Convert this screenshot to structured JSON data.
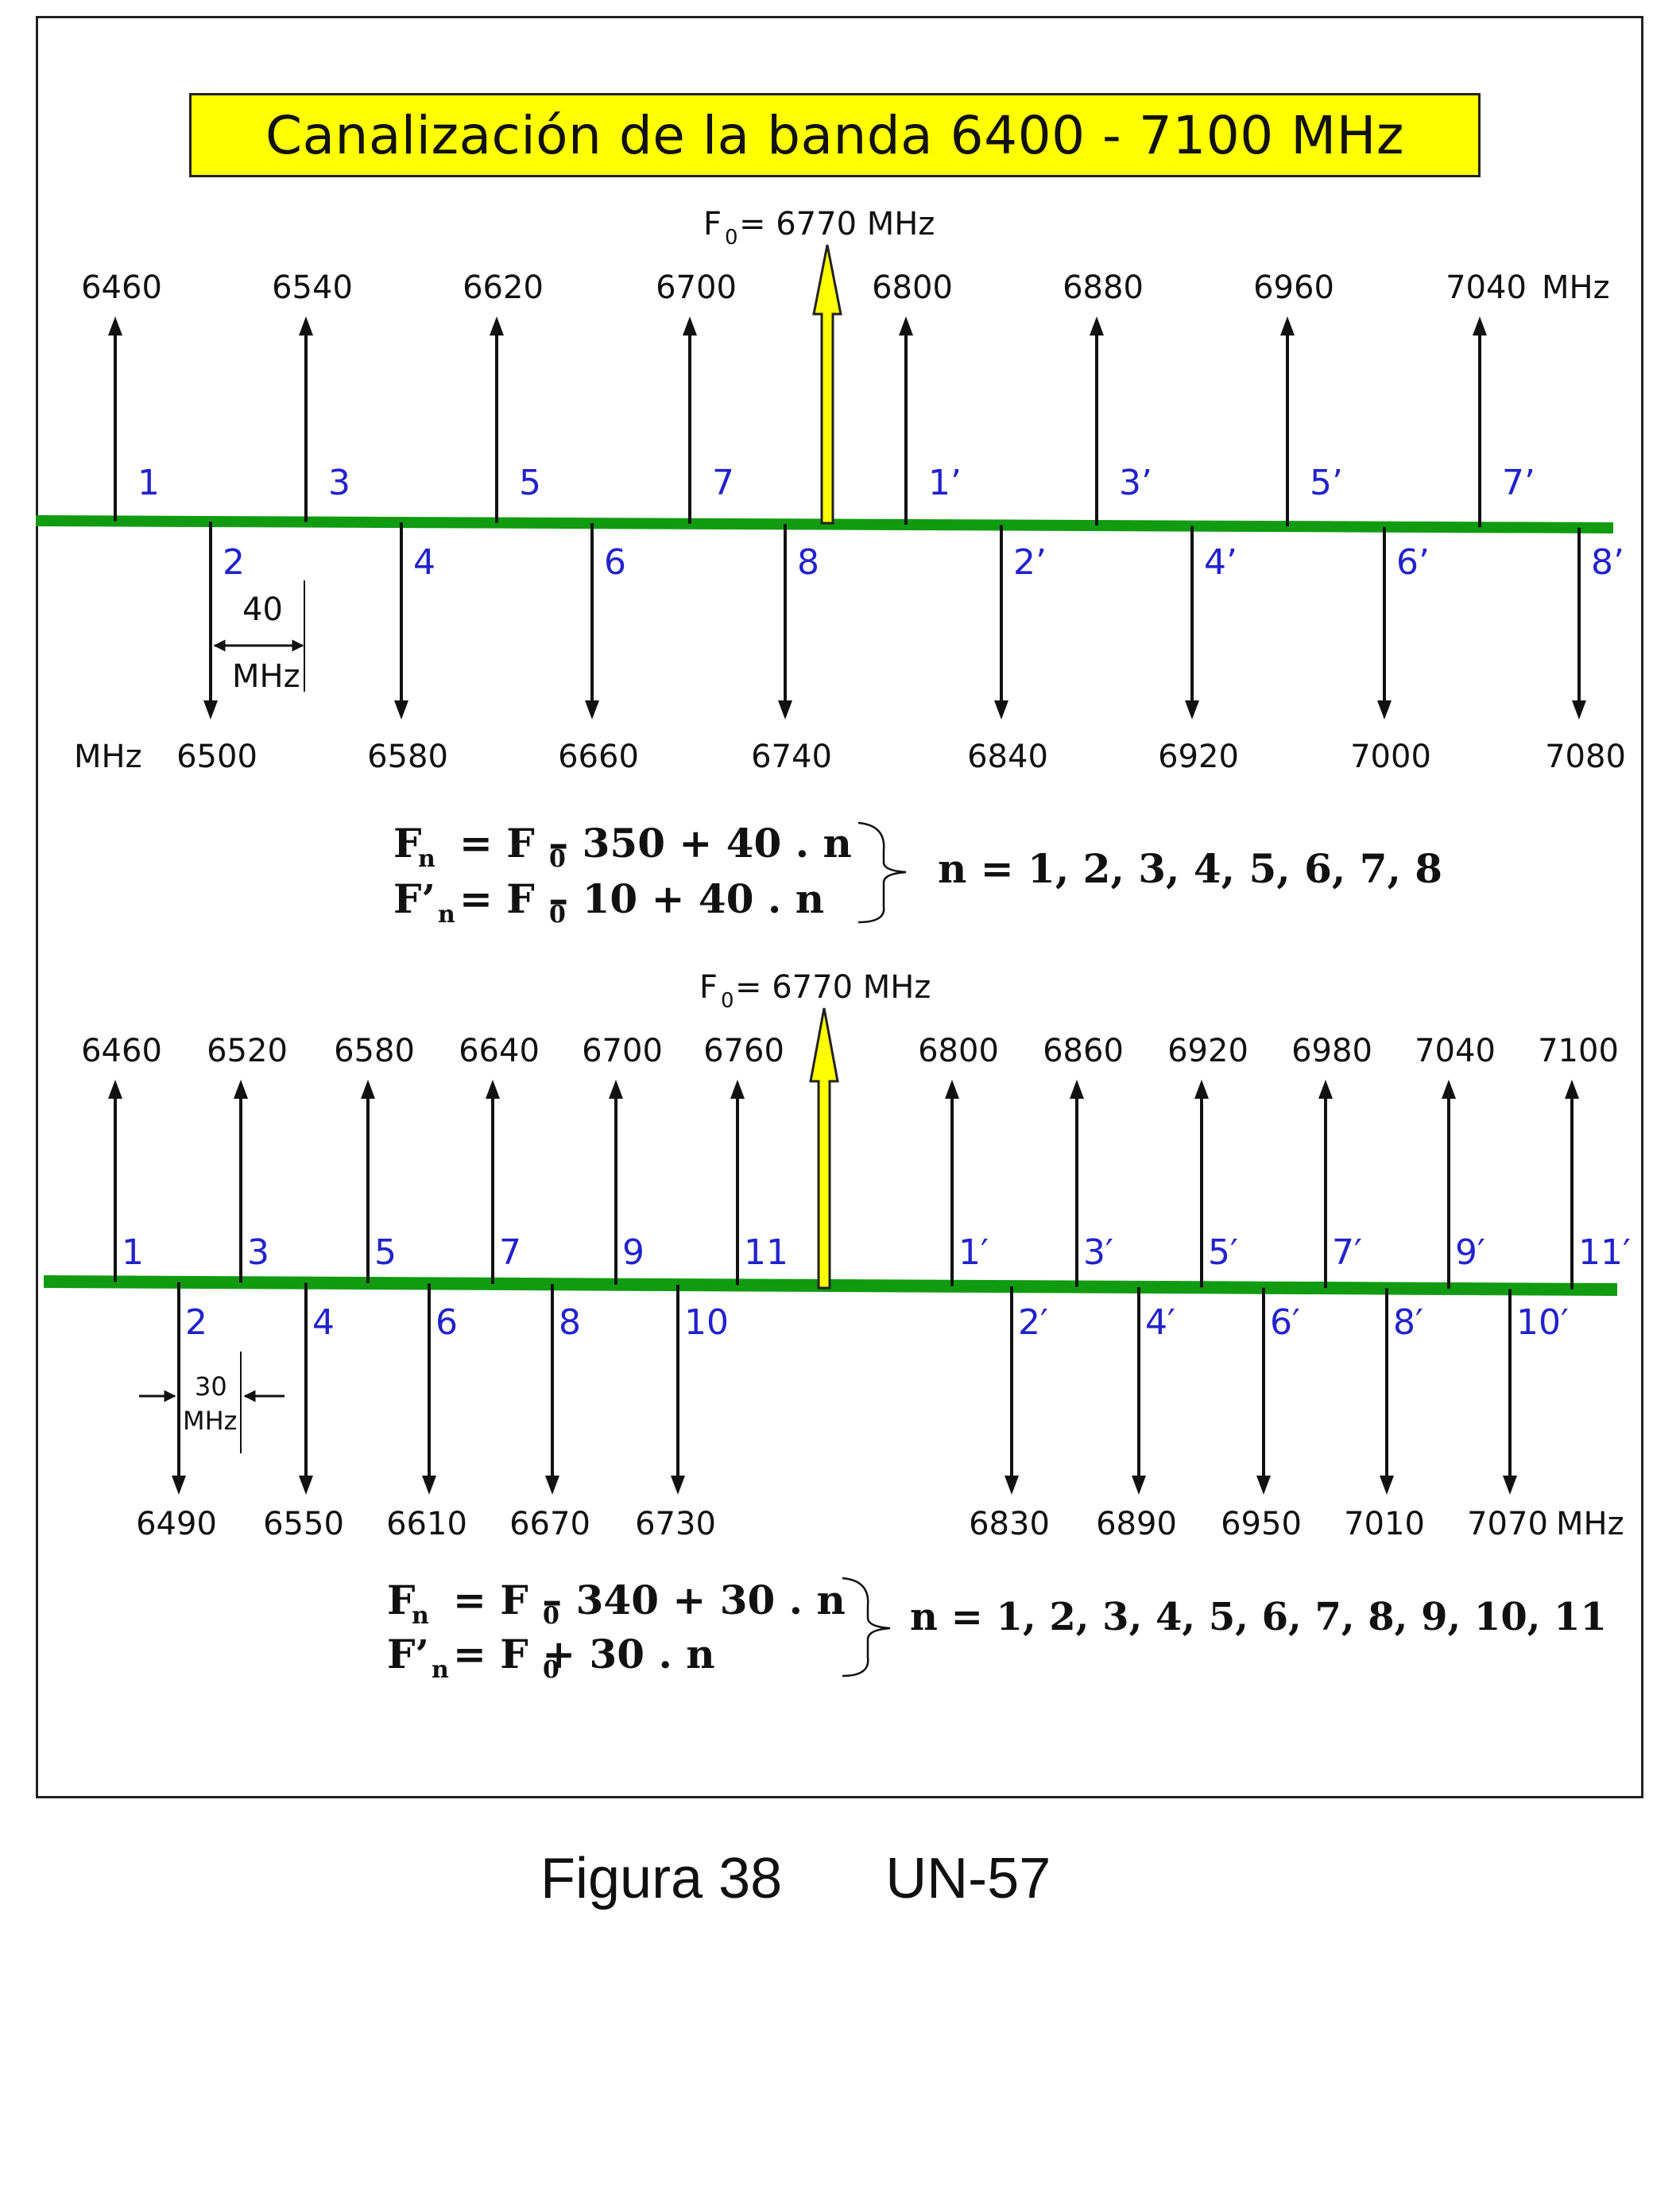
{
  "title": "Canalización de la banda 6400 - 7100 MHz",
  "caption": {
    "figure": "Figura 38",
    "code": "UN-57"
  },
  "colors": {
    "baseline": "#109b10",
    "title_bg": "#ffff00",
    "channel_label": "#2222cc",
    "f0_arrow": "#ffff00"
  },
  "plan_40": {
    "f0_label": "6770 MHz",
    "unit_top": "MHz",
    "unit_bottom": "MHz",
    "spacing": {
      "value": "40",
      "unit": "MHz"
    },
    "up_channels": [
      {
        "freq": "6460",
        "label": "1"
      },
      {
        "freq": "6540",
        "label": "3"
      },
      {
        "freq": "6620",
        "label": "5"
      },
      {
        "freq": "6700",
        "label": "7"
      },
      {
        "freq": "6800",
        "label": "1’"
      },
      {
        "freq": "6880",
        "label": "3’"
      },
      {
        "freq": "6960",
        "label": "5’"
      },
      {
        "freq": "7040",
        "label": "7’"
      }
    ],
    "down_channels": [
      {
        "freq": "6500",
        "label": "2"
      },
      {
        "freq": "6580",
        "label": "4"
      },
      {
        "freq": "6660",
        "label": "6"
      },
      {
        "freq": "6740",
        "label": "8"
      },
      {
        "freq": "6840",
        "label": "2’"
      },
      {
        "freq": "6920",
        "label": "4’"
      },
      {
        "freq": "7000",
        "label": "6’"
      },
      {
        "freq": "7080",
        "label": "8’"
      }
    ],
    "formula": {
      "line1": "= F  – 350 + 40 . n",
      "line2": "= F  – 10  + 40 . n",
      "n_range": "n = 1, 2, 3, 4, 5, 6, 7, 8"
    }
  },
  "plan_30": {
    "f0_label": "6770 MHz",
    "unit_bottom": "MHz",
    "spacing": {
      "value": "30",
      "unit": "MHz"
    },
    "up_channels": [
      {
        "freq": "6460",
        "label": "1"
      },
      {
        "freq": "6520",
        "label": "3"
      },
      {
        "freq": "6580",
        "label": "5"
      },
      {
        "freq": "6640",
        "label": "7"
      },
      {
        "freq": "6700",
        "label": "9"
      },
      {
        "freq": "6760",
        "label": "11"
      },
      {
        "freq": "6800",
        "label": "1′"
      },
      {
        "freq": "6860",
        "label": "3′"
      },
      {
        "freq": "6920",
        "label": "5′"
      },
      {
        "freq": "6980",
        "label": "7′"
      },
      {
        "freq": "7040",
        "label": "9′"
      },
      {
        "freq": "7100",
        "label": "11′"
      }
    ],
    "down_channels": [
      {
        "freq": "6490",
        "label": "2"
      },
      {
        "freq": "6550",
        "label": "4"
      },
      {
        "freq": "6610",
        "label": "6"
      },
      {
        "freq": "6670",
        "label": "8"
      },
      {
        "freq": "6730",
        "label": "10"
      },
      {
        "freq": "6830",
        "label": "2′"
      },
      {
        "freq": "6890",
        "label": "4′"
      },
      {
        "freq": "6950",
        "label": "6′"
      },
      {
        "freq": "7010",
        "label": "8′"
      },
      {
        "freq": "7070",
        "label": "10′"
      }
    ],
    "formula": {
      "line1": "= F  – 340 + 30 . n",
      "line2": "= F  + 30 . n",
      "n_range": "n = 1, 2, 3, 4, 5, 6, 7, 8, 9, 10, 11"
    }
  }
}
